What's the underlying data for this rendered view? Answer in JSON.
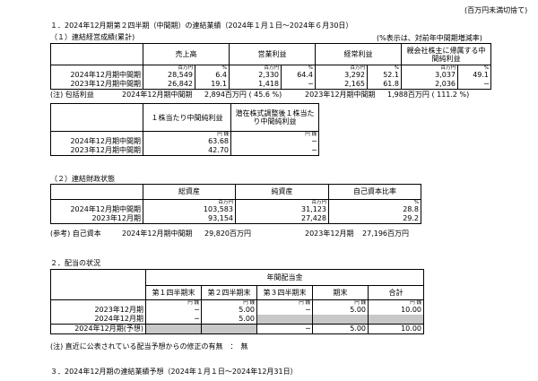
{
  "header_note": "(百万円未満切捨て)",
  "section1_title": "１．2024年12月期第２四半期（中間期）の連結業績（2024年１月１日～2024年６月30日）",
  "s1_sub": "（１）連結経営成績(累計)",
  "s1_pct_note": "(%表示は、対前年中間期増減率)",
  "s1_cols": [
    "売上高",
    "営業利益",
    "経常利益",
    "親会社株主に帰属する中間純利益"
  ],
  "unit_million": "百万円",
  "unit_pct": "%",
  "unit_yen": "円 銭",
  "s1_rows": [
    {
      "label": "2024年12月期中間期",
      "v": [
        "28,549",
        "6.4",
        "2,330",
        "64.4",
        "3,292",
        "52.1",
        "3,037",
        "49.1"
      ]
    },
    {
      "label": "2023年12月期中間期",
      "v": [
        "26,842",
        "19.1",
        "1,418",
        "─",
        "2,165",
        "61.8",
        "2,036",
        "─"
      ]
    }
  ],
  "s1_note_label": "(注) 包括利益",
  "s1_note_2024": "2024年12月期中間期",
  "s1_note_2024_val": "2,894百万円 ( 45.6 %)",
  "s1_note_2023": "2023年12月期中間期",
  "s1_note_2023_val": "1,988百万円 ( 111.2 %)",
  "eps_cols": [
    "１株当たり中間純利益",
    "潜在株式調整後１株当たり中間純利益"
  ],
  "eps_rows": [
    {
      "label": "2024年12月期中間期",
      "v": [
        "63.68",
        "─"
      ]
    },
    {
      "label": "2023年12月期中間期",
      "v": [
        "42.70",
        "─"
      ]
    }
  ],
  "s2_sub": "（２）連結財政状態",
  "s2_cols": [
    "総資産",
    "純資産",
    "自己資本比率"
  ],
  "s2_rows": [
    {
      "label": "2024年12月期中間期",
      "v": [
        "103,583",
        "31,123",
        "28.8"
      ]
    },
    {
      "label": "2023年12月期",
      "v": [
        "93,154",
        "27,428",
        "29.2"
      ]
    }
  ],
  "s2_note": "(参考) 自己資本",
  "s2_note_2024": "2024年12月期中間期",
  "s2_note_2024_val": "29,820百万円",
  "s2_note_2023": "2023年12月期",
  "s2_note_2023_val": "27,196百万円",
  "section2_title": "２．配当の状況",
  "div_header": "年間配当金",
  "div_cols": [
    "第１四半期末",
    "第２四半期末",
    "第３四半期末",
    "期末",
    "合計"
  ],
  "div_rows": [
    {
      "label": "2023年12月期",
      "v": [
        "─",
        "5.00",
        "─",
        "5.00",
        "10.00"
      ]
    },
    {
      "label": "2024年12月期",
      "v": [
        "─",
        "5.00",
        "",
        "",
        ""
      ]
    },
    {
      "label": "2024年12月期(予想)",
      "v": [
        "",
        "",
        "─",
        "5.00",
        "10.00"
      ]
    }
  ],
  "div_note": "(注) 直近に公表されている配当予想からの修正の有無　：　無",
  "section3_title": "３．2024年12月期の連結業績予想（2024年１月１日～2024年12月31日）"
}
